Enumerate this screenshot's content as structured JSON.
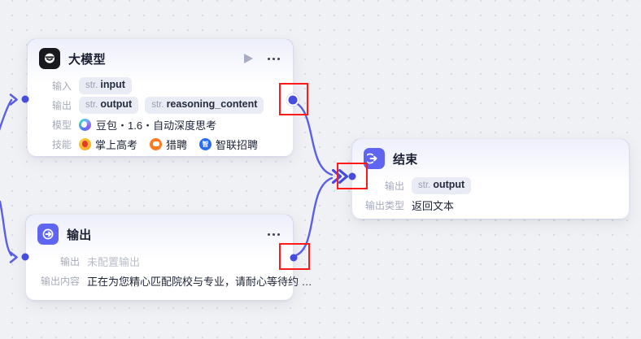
{
  "canvas": {
    "background": "#f0f1f4",
    "accent_color": "#5a5fe6",
    "port_color": "#474ce0",
    "annotation_color": "#ff1a1a"
  },
  "nodes": {
    "llm": {
      "title": "大模型",
      "input_label": "输入",
      "input_tags": [
        {
          "type": "str.",
          "name": "input"
        }
      ],
      "output_label": "输出",
      "output_tags": [
        {
          "type": "str.",
          "name": "output"
        },
        {
          "type": "str.",
          "name": "reasoning_content"
        }
      ],
      "model_label": "模型",
      "model_value": "豆包・1.6・自动深度思考",
      "skills_label": "技能",
      "skills": [
        {
          "name": "掌上高考"
        },
        {
          "name": "猎聘"
        },
        {
          "name": "智联招聘"
        }
      ]
    },
    "output": {
      "title": "输出",
      "output_label": "输出",
      "output_value": "未配置输出",
      "content_label": "输出内容",
      "content_value": "正在为您精心匹配院校与专业，请耐心等待约 …"
    },
    "end": {
      "title": "结束",
      "output_label": "输出",
      "output_tags": [
        {
          "type": "str.",
          "name": "output"
        }
      ],
      "type_label": "输出类型",
      "type_value": "返回文本"
    }
  },
  "icons": {
    "llm_icon": "bot-face",
    "output_icon": "arrow-right-circle",
    "end_icon": "arrow-into-circle",
    "zhilian_glyph": "智"
  }
}
